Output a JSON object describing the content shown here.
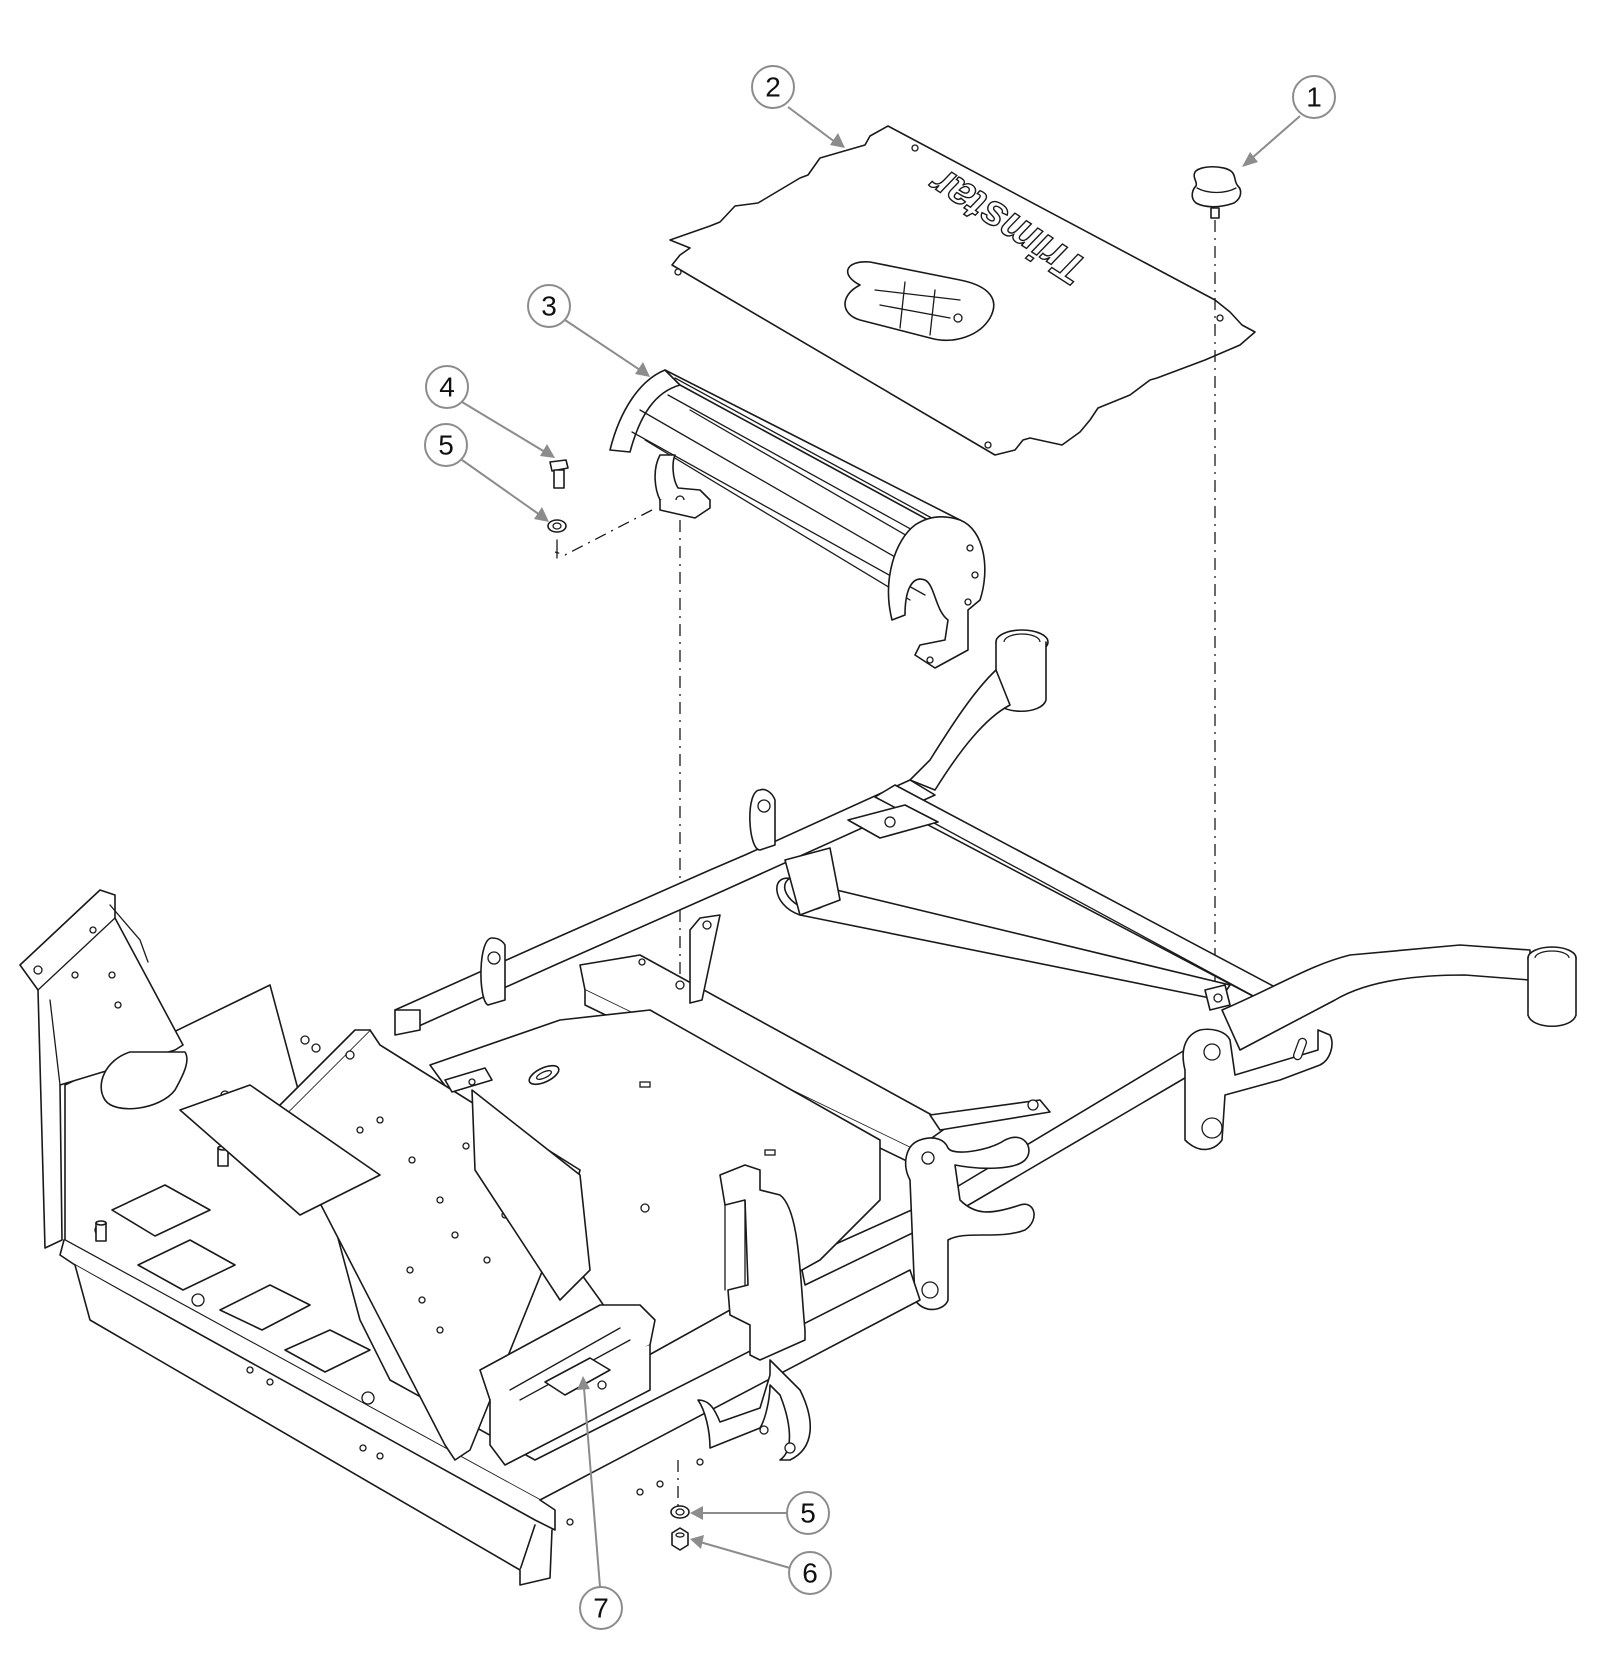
{
  "diagram": {
    "kind": "exploded parts diagram",
    "brand_plate_text": "Trimstar",
    "callouts": [
      {
        "id": "callout-1",
        "label": "1"
      },
      {
        "id": "callout-2",
        "label": "2"
      },
      {
        "id": "callout-3",
        "label": "3"
      },
      {
        "id": "callout-4",
        "label": "4"
      },
      {
        "id": "callout-5-upper",
        "label": "5"
      },
      {
        "id": "callout-5-lower",
        "label": "5"
      },
      {
        "id": "callout-6",
        "label": "6"
      },
      {
        "id": "callout-7",
        "label": "7"
      }
    ],
    "colors": {
      "line": "#1a1a1a",
      "leader": "#8c8c8c",
      "background": "#ffffff"
    }
  }
}
